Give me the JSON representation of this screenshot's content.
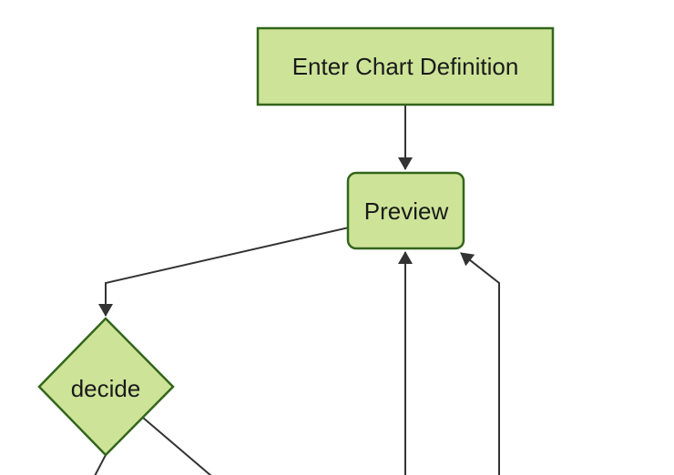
{
  "diagram": {
    "type": "flowchart",
    "direction": "top-down",
    "style": {
      "background": "#ffffff",
      "node_fill": "#cde498",
      "node_stroke": "#33651c",
      "edge_color": "#333333",
      "text_color": "#1a1a1a"
    },
    "nodes": [
      {
        "id": "A",
        "label": "Enter Chart Definition",
        "shape": "rectangle"
      },
      {
        "id": "B",
        "label": "Preview",
        "shape": "rounded-rectangle"
      },
      {
        "id": "C",
        "label": "decide",
        "shape": "diamond"
      }
    ],
    "edges": [
      {
        "from": "A",
        "to": "B",
        "arrowhead": true
      },
      {
        "from": "B",
        "to": "C",
        "arrowhead": true
      },
      {
        "from": "offscreen-bottom-center",
        "to": "B",
        "arrowhead": true
      },
      {
        "from": "offscreen-bottom-right",
        "to": "B",
        "arrowhead": true
      },
      {
        "from": "C",
        "to": "offscreen-bottom-left",
        "arrowhead": false
      },
      {
        "from": "C",
        "to": "offscreen-bottom-right",
        "arrowhead": false
      }
    ]
  }
}
